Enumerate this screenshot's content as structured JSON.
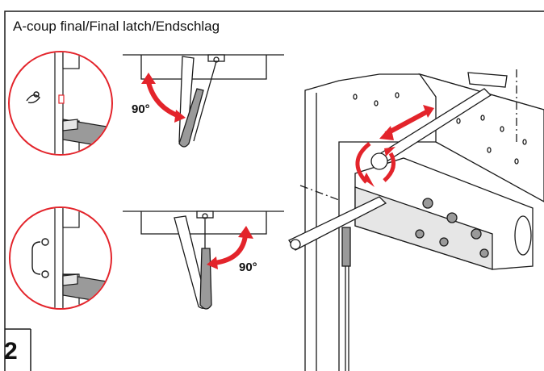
{
  "figure": {
    "title": "A-coup final/Final latch/Endschlag",
    "step_number": "2",
    "top_angle": "90°",
    "bottom_angle": "90°"
  },
  "colors": {
    "accent_red": "#e3242b",
    "line": "#1a1a1a",
    "gray_fill": "#9a9a9a",
    "light_fill": "#e6e6e6"
  },
  "icons": [
    "wall-hook-icon",
    "double-hook-icon",
    "rotation-arrow-icon",
    "door-closer-icon"
  ]
}
